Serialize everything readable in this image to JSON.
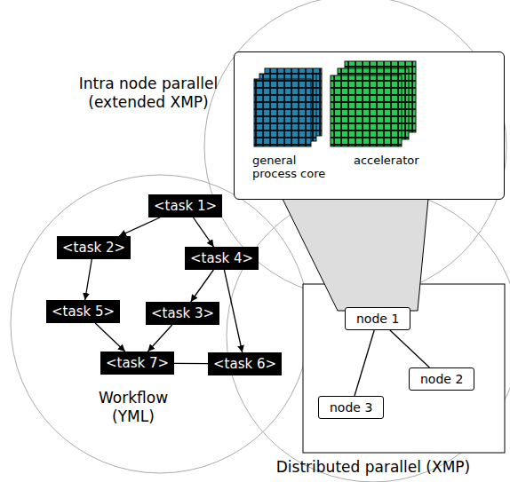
{
  "diagram": {
    "nodes": [
      {
        "text": [
          "general process core",
          "accelerator"
        ]
      },
      {
        "text": [
          "<task 1>"
        ]
      },
      {
        "text": [
          "<task 2>"
        ]
      },
      {
        "text": [
          "<task 4>"
        ]
      },
      {
        "text": [
          "<task 5>"
        ]
      },
      {
        "text": [
          "<task 3>"
        ]
      },
      {
        "text": [
          "<task 7>"
        ]
      },
      {
        "text": [
          "<task 6>"
        ]
      },
      {
        "text": [
          "node 1"
        ]
      },
      {
        "text": [
          "node 2"
        ]
      },
      {
        "text": [
          "node 3"
        ]
      }
    ],
    "edges": [
      {
        "from": 1,
        "to": 2,
        "arrow": "to"
      },
      {
        "from": 1,
        "to": 3,
        "arrow": "to"
      },
      {
        "from": 2,
        "to": 4,
        "arrow": "to"
      },
      {
        "from": 3,
        "to": 5,
        "arrow": "to"
      },
      {
        "from": 3,
        "to": 7,
        "arrow": "to"
      },
      {
        "from": 4,
        "to": 6,
        "arrow": "to"
      },
      {
        "from": 5,
        "to": 6,
        "arrow": "to"
      },
      {
        "from": 6,
        "to": 7,
        "arrow": "none"
      },
      {
        "from": 8,
        "to": 9,
        "arrow": "none"
      },
      {
        "from": 8,
        "to": 10,
        "arrow": "none"
      }
    ],
    "labels": [
      "Intra node parallel (extended XMP)",
      "Workflow (YML)",
      "Distributed parallel (XMP)"
    ]
  }
}
